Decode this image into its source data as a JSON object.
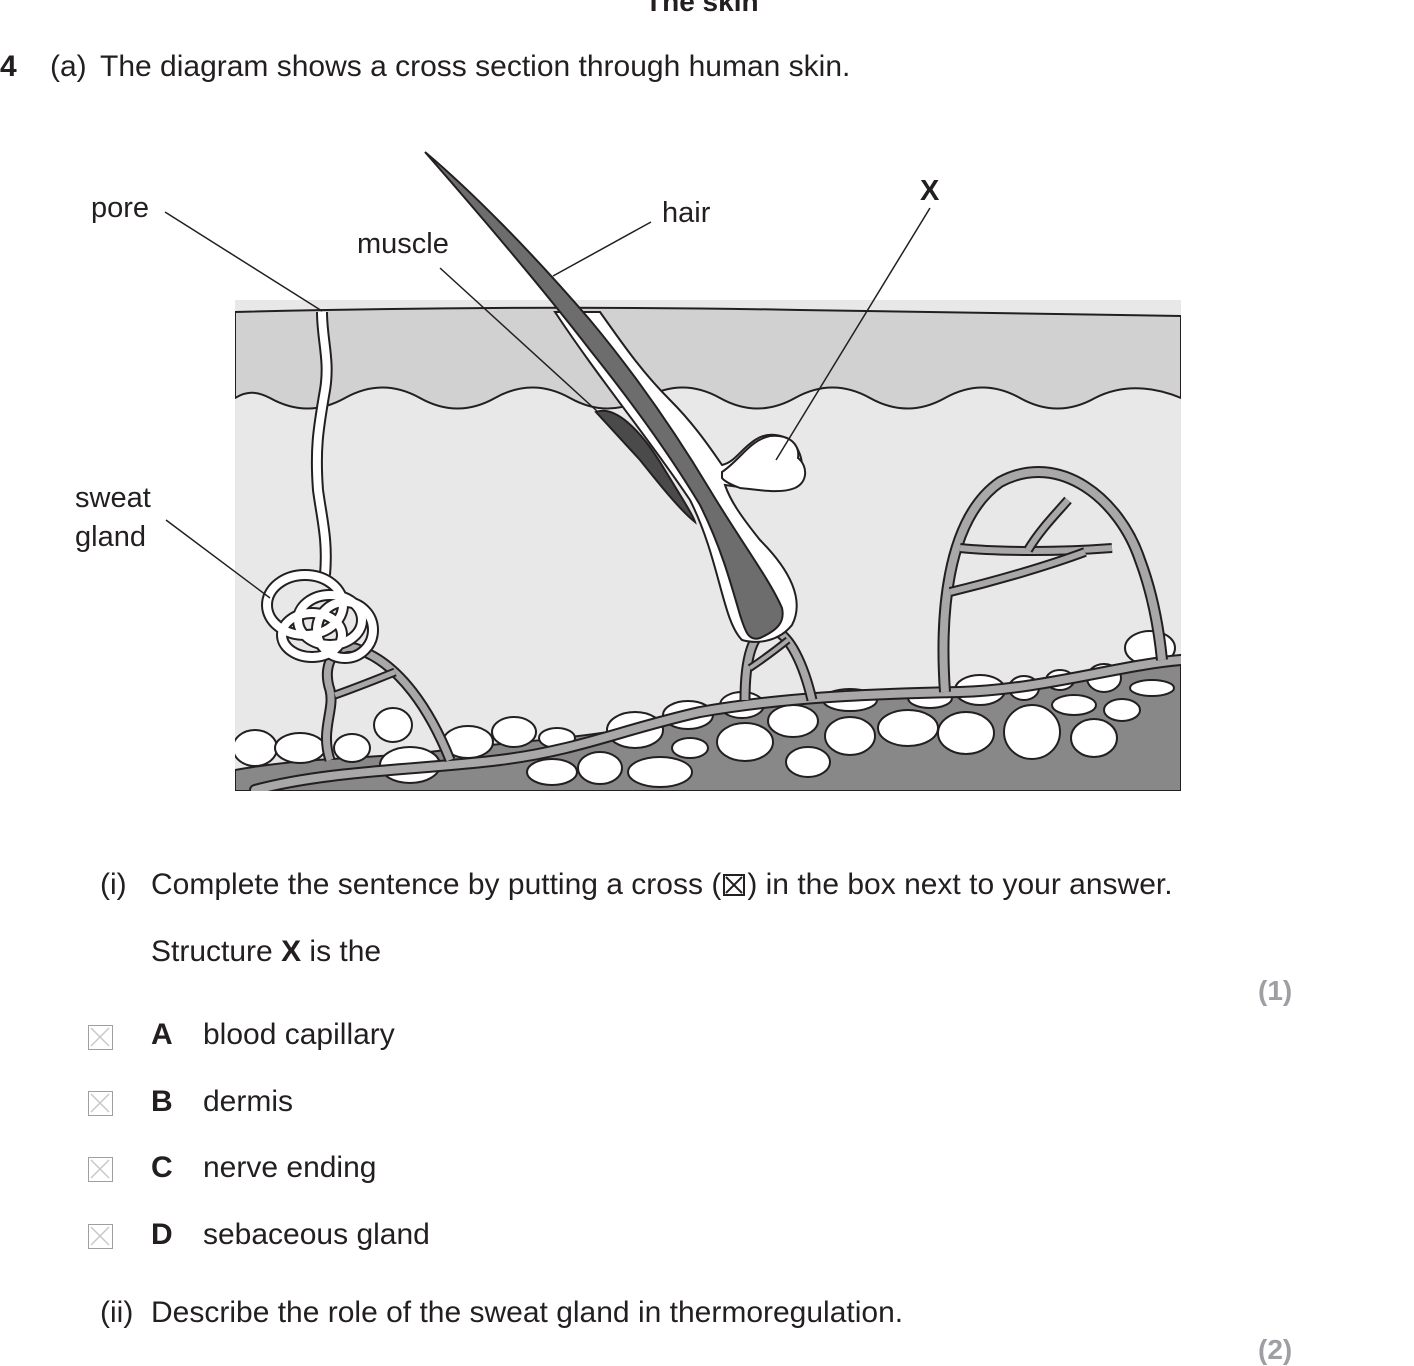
{
  "title": "The skin",
  "question": {
    "number": "4",
    "part": "(a)",
    "text": "The diagram shows a cross section through human skin."
  },
  "diagram": {
    "labels": {
      "pore": "pore",
      "muscle": "muscle",
      "hair": "hair",
      "x": "X",
      "sweat_line1": "sweat",
      "sweat_line2": "gland"
    },
    "colors": {
      "epidermis": "#d1d1d1",
      "dermis": "#e8e8e8",
      "fat_layer": "#888888",
      "hair": "#6d6d6d",
      "muscle": "#4a4a4a",
      "vessel": "#a8a8a8"
    }
  },
  "sub_i": {
    "label": "(i)",
    "instruction_before": "Complete the sentence by putting a cross (",
    "instruction_after": ") in the box next to your answer.",
    "stem_before": "Structure ",
    "stem_bold": "X",
    "stem_after": " is the",
    "marks": "(1)",
    "options": [
      {
        "letter": "A",
        "text": "blood capillary"
      },
      {
        "letter": "B",
        "text": "dermis"
      },
      {
        "letter": "C",
        "text": "nerve ending"
      },
      {
        "letter": "D",
        "text": "sebaceous gland"
      }
    ]
  },
  "sub_ii": {
    "label": "(ii)",
    "text": "Describe the role of the sweat gland in thermoregulation.",
    "marks": "(2)"
  }
}
